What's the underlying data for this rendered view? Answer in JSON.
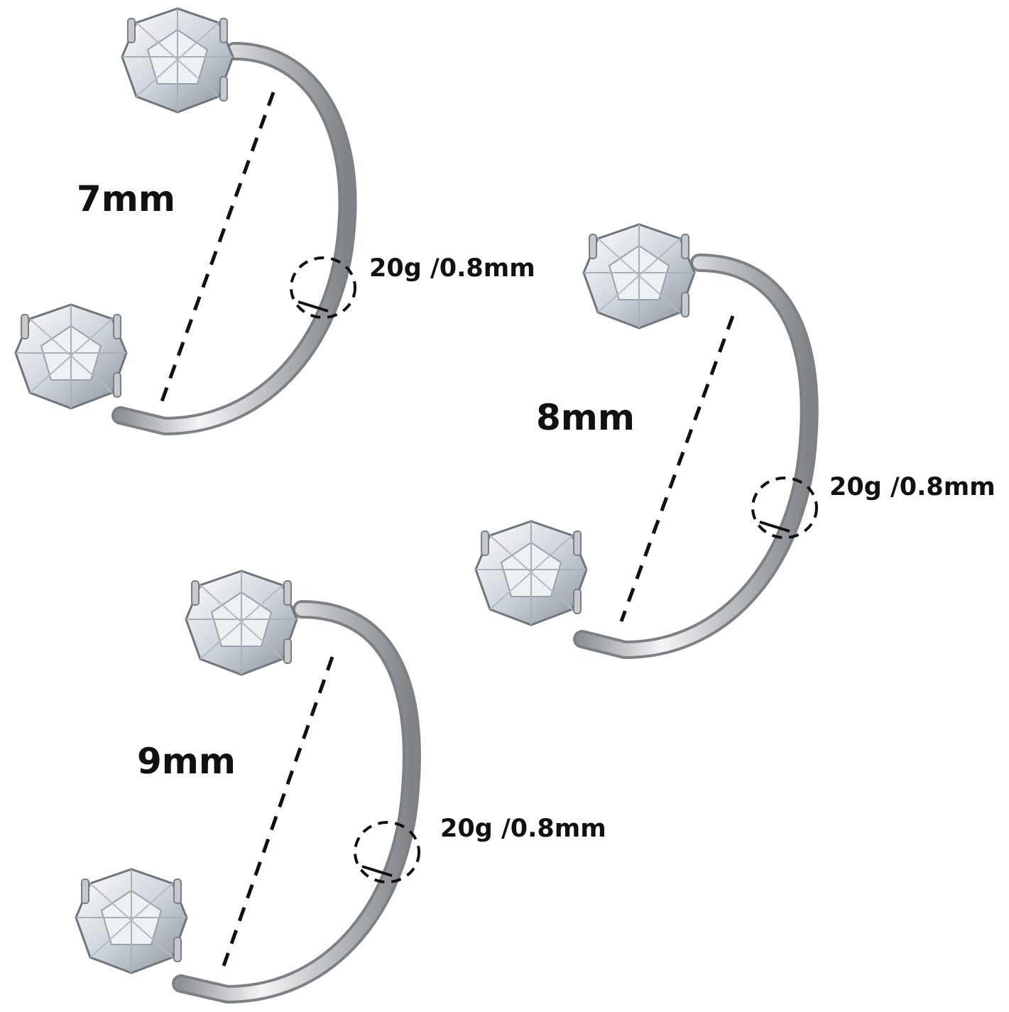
{
  "colors": {
    "background": "#ffffff",
    "text": "#111111",
    "metal": "#b9bcbf",
    "crystal": "#dfe3e8"
  },
  "items": [
    {
      "size": "7mm",
      "gauge": "20g /0.8mm"
    },
    {
      "size": "8mm",
      "gauge": "20g /0.8mm"
    },
    {
      "size": "9mm",
      "gauge": "20g /0.8mm"
    }
  ]
}
